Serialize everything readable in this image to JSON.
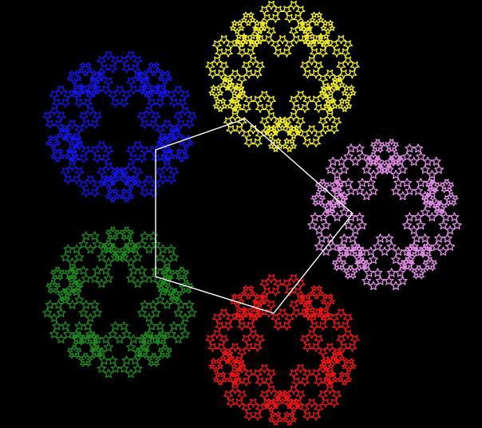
{
  "background_color": "#000000",
  "outline": {
    "shape": "pentagon",
    "color": "#ffffff"
  },
  "fractals": [
    {
      "name": "yellow-fractal",
      "color": "#f2ef2a"
    },
    {
      "name": "violet-fractal",
      "color": "#e28ee6"
    },
    {
      "name": "red-fractal",
      "color": "#f01515"
    },
    {
      "name": "green-fractal",
      "color": "#1d8a1d"
    },
    {
      "name": "blue-fractal",
      "color": "#1515e8"
    }
  ],
  "fractal_style": "pentaflake-outline"
}
